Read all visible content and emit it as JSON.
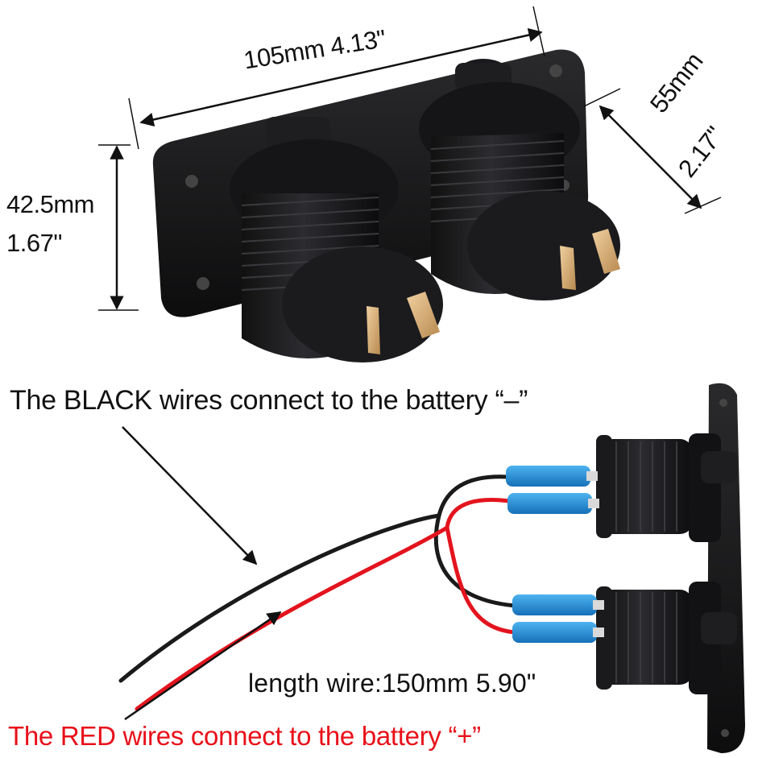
{
  "dimensions": {
    "width": "105mm  4.13\"",
    "depth_mm": "55mm",
    "depth_in": "2.17\"",
    "height_mm": "42.5mm",
    "height_in": "1.67\""
  },
  "annotations": {
    "black_wires": "The BLACK wires connect to the battery “–”",
    "wire_length": "length wire:150mm 5.90\"",
    "red_wires": "The RED wires connect to the battery “+”"
  },
  "colors": {
    "red_text": "#e8101a",
    "wire_red": "#e3141e",
    "wire_black": "#1a1a1a",
    "terminal_blue": "#1e88d8",
    "socket_black": "#1c1c1e"
  }
}
